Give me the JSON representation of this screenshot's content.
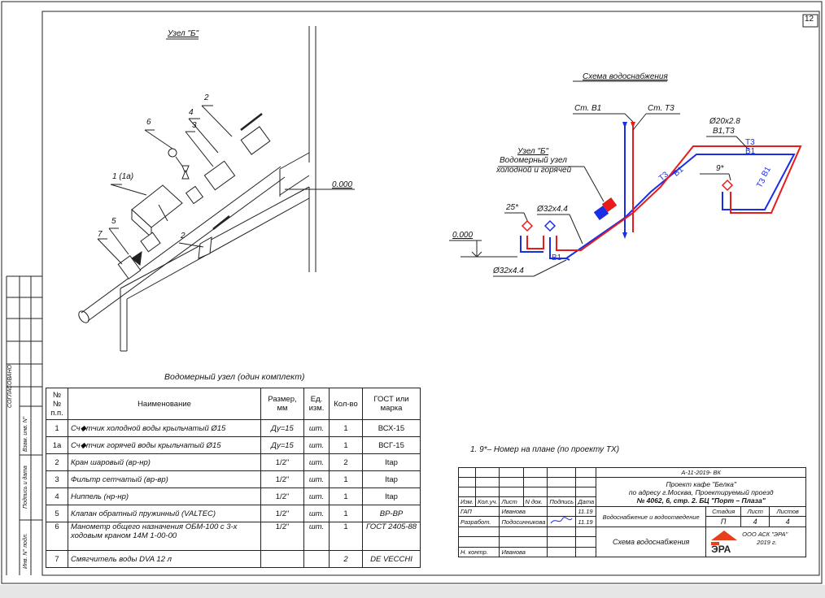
{
  "sheet_number": "12",
  "detail_title": "Узел \"Б\"",
  "level_mark": "0.000",
  "detail_callouts": [
    "1 (1а)",
    "2",
    "3",
    "4",
    "5",
    "6",
    "7",
    "2"
  ],
  "scheme": {
    "title": "Схема водоснабжения",
    "labels": {
      "st_v1": "Ст. В1",
      "st_t3": "Ст. Т3",
      "pipe_dim": "Ø20х2.8",
      "pipe_codes": "В1,Т3",
      "t3_right": "Т3",
      "b1_right": "В1",
      "t3_diag": "Т3",
      "b1_diag": "В1",
      "t3_diag2": "Т3",
      "b1_diag2": "В1",
      "point_9": "9*",
      "node_b": "Узел \"Б\"",
      "node_desc1": "Водомерный узел",
      "node_desc2": "холодной и горячей",
      "point_25": "25*",
      "dia_32_top": "Ø32х4.4",
      "dia_32_bottom": "Ø32х4.4",
      "b1_bottom": "В1",
      "level": "0.000"
    }
  },
  "note": "1.   9*– Номер на плане (по проекту ТХ)",
  "spec_table": {
    "caption": "Водомерный узел (один комплект)",
    "headers": [
      "№№ п.п.",
      "Наименование",
      "Размер, мм",
      "Ед. изм.",
      "Кол-во",
      "ГОСТ или марка"
    ],
    "rows": [
      [
        "1",
        "Сч◆тчик холодной воды крыльчатый Ø15",
        "Ду=15",
        "шт.",
        "1",
        "ВСХ-15"
      ],
      [
        "1а",
        "Сч◆тчик горячей воды крыльчатый Ø15",
        "Ду=15",
        "шт.",
        "1",
        "ВСГ-15"
      ],
      [
        "2",
        "Кран шаровый (вр-нр)",
        "1/2\"",
        "шт.",
        "2",
        "Itap"
      ],
      [
        "3",
        "Фильтр сетчатый (вр-вр)",
        "1/2\"",
        "шт.",
        "1",
        "Itap"
      ],
      [
        "4",
        "Ниппель (нр-нр)",
        "1/2\"",
        "шт.",
        "1",
        "Itap"
      ],
      [
        "5",
        "Клапан обратный пружинный (VALTEC)",
        "1/2\"",
        "шт.",
        "1",
        "ВР-ВР"
      ],
      [
        "6",
        "Манометр общего назначения ОБМ-100 с 3-х ходовым краном 14М 1-00-00",
        "1/2\"",
        "шт.",
        "1",
        "ГОСТ 2405-88"
      ],
      [
        "7",
        "Смягчитель воды DVA 12 л",
        "",
        "",
        "2",
        "DE VECCHI"
      ]
    ]
  },
  "left_strip": {
    "agreed": "СОГЛАСОВАНО",
    "inv_replace": "Взам. инв. N°",
    "sign_date": "Подпись и дата",
    "inv_orig": "Инв. N° подл."
  },
  "title_block": {
    "doc_code": "А-11-2019- ВК",
    "project_line1": "Проект кафе \"Белка\"",
    "project_line2": "по адресу г.Москва, Проектируемый проезд",
    "project_line3": "№ 4062, 6, стр. 2. БЦ \"Порт – Плаза\"",
    "col_izm": "Изм.",
    "col_kol": "Кол.уч.",
    "col_list": "Лист",
    "col_ndok": "N док.",
    "col_sign": "Подпись",
    "col_date": "Дата",
    "role_gap": "ГАП",
    "name_gap": "Иванова",
    "date_gap": "11.19",
    "role_dev": "Разработ.",
    "name_dev": "Подосинникова",
    "date_dev": "11.19",
    "role_control": "Н. контр.",
    "name_control": "Иванова",
    "section_title": "Водоснабжение и водоотведение",
    "stage_h": "Стадия",
    "sheet_h": "Лист",
    "sheets_h": "Листов",
    "stage": "П",
    "sheet": "4",
    "sheets": "4",
    "drawing_title": "Схема водоснабжения",
    "logo_text": "ЭРА",
    "company": "ООО АСК \"ЭРА\"",
    "year": "2019 г."
  },
  "colors": {
    "cold_water": "#1a2ee6",
    "hot_water": "#e81b1b",
    "logo": "#e8401c"
  }
}
